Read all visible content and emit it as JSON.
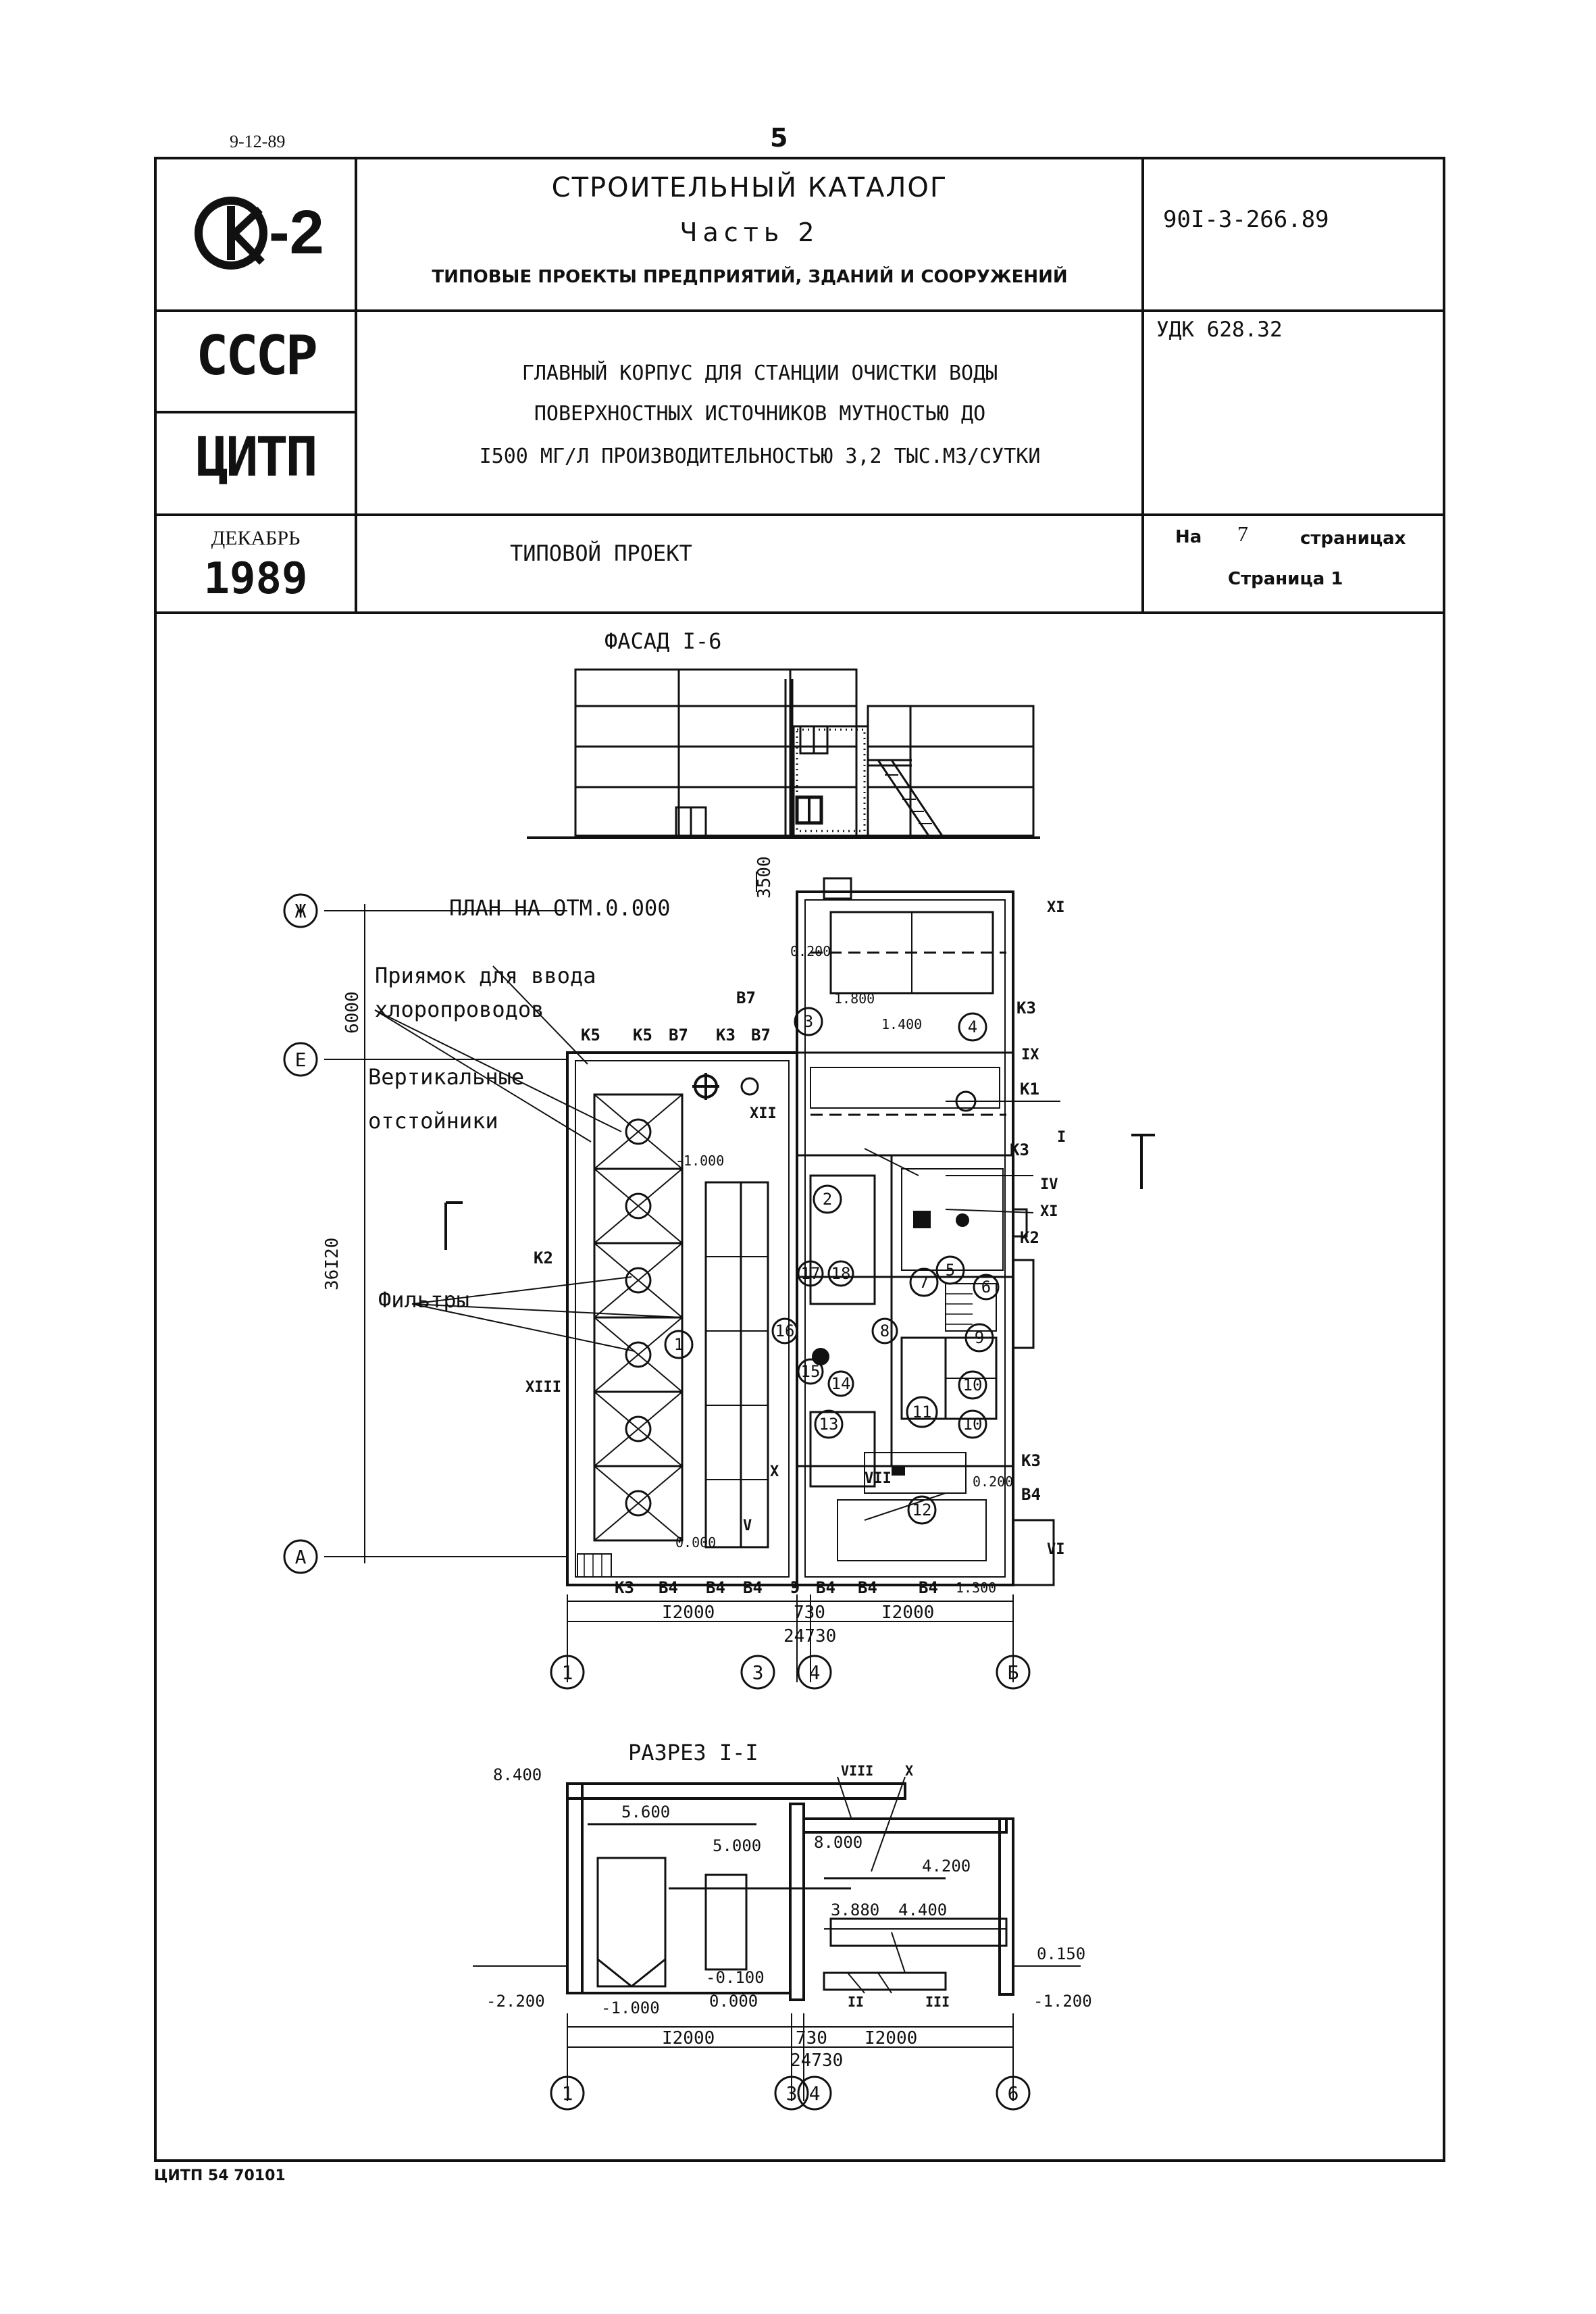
{
  "top": {
    "date": "9-12-89",
    "page_number": "5"
  },
  "header": {
    "logo_text": "-2",
    "catalog_title": "СТРОИТЕЛЬНЫЙ КАТАЛОГ",
    "part": "Часть 2",
    "subtitle": "ТИПОВЫЕ ПРОЕКТЫ ПРЕДПРИЯТИЙ, ЗДАНИЙ И СООРУЖЕНИЙ",
    "doc_code": "90I-3-266.89",
    "country": "СССР",
    "org": "ЦИТП",
    "udk": "УДК 628.32",
    "title_lines": [
      "ГЛАВНЫЙ КОРПУС ДЛЯ СТАНЦИИ ОЧИСТКИ ВОДЫ",
      "ПОВЕРХНОСТНЫХ ИСТОЧНИКОВ  МУТНОСТЬЮ  ДО",
      "I500 МГ/Л  ПРОИЗВОДИТЕЛЬНОСТЬЮ 3,2 ТЫС.М3/СУТКИ"
    ],
    "month": "ДЕКАБРЬ",
    "year": "1989",
    "project_type": "ТИПОВОЙ  ПРОЕКТ",
    "pages_prefix": "На",
    "pages_count": "7",
    "pages_suffix": "страницах",
    "page_label": "Страница 1"
  },
  "facade": {
    "title": "ФАСАД I-6"
  },
  "plan": {
    "title": "ПЛАН НА ОТМ.0.000",
    "callouts": {
      "pit": "Приямок для ввода",
      "pit2": "хлоропроводов",
      "settlers": "Вертикальные",
      "settlers2": "отстойники",
      "filters": "Фильтры"
    },
    "dims": {
      "d3500": "3500",
      "d6000": "6000",
      "d36120": "36I20",
      "d12000a": "I2000",
      "d730": "730",
      "d12000b": "I2000",
      "d24730": "24730"
    },
    "axes_rows": [
      "Ж",
      "Е",
      "А"
    ],
    "axes_cols": [
      "1",
      "3",
      "4",
      "Б"
    ],
    "marks": [
      "K5",
      "K5",
      "B7",
      "K3",
      "B7",
      "B7",
      "K3",
      "K1",
      "K3",
      "K2",
      "K2",
      "K3",
      "B4",
      "K3",
      "B4",
      "B4",
      "B4",
      "Э",
      "B4",
      "B4",
      "B4"
    ],
    "levels": [
      "0.200",
      "1.800",
      "1.400",
      "-1.000",
      "0.000",
      "0.200",
      "1.300"
    ],
    "rooms": [
      "1",
      "2",
      "3",
      "4",
      "5",
      "6",
      "7",
      "8",
      "9",
      "10",
      "10",
      "11",
      "12",
      "13",
      "14",
      "15",
      "16",
      "17",
      "18"
    ],
    "romans": [
      "XI",
      "IX",
      "IV",
      "XI",
      "I",
      "XIII",
      "XII",
      "X",
      "VII",
      "V",
      "VI"
    ]
  },
  "section": {
    "title": "РАЗРЕЗ I-I",
    "levels": [
      "8.400",
      "5.600",
      "5.000",
      "8.000",
      "4.200",
      "3.880",
      "4.400",
      "0.150",
      "-0.100",
      "0.000",
      "-1.000",
      "-2.200",
      "-1.200"
    ],
    "dims": {
      "d12000a": "I2000",
      "d730": "730",
      "d12000b": "I2000",
      "d24730": "24730"
    },
    "axes_cols": [
      "1",
      "3",
      "4",
      "6"
    ],
    "marks": [
      "VIII",
      "X",
      "II",
      "III"
    ]
  },
  "footer": {
    "code": "ЦИТП 54 70101"
  }
}
